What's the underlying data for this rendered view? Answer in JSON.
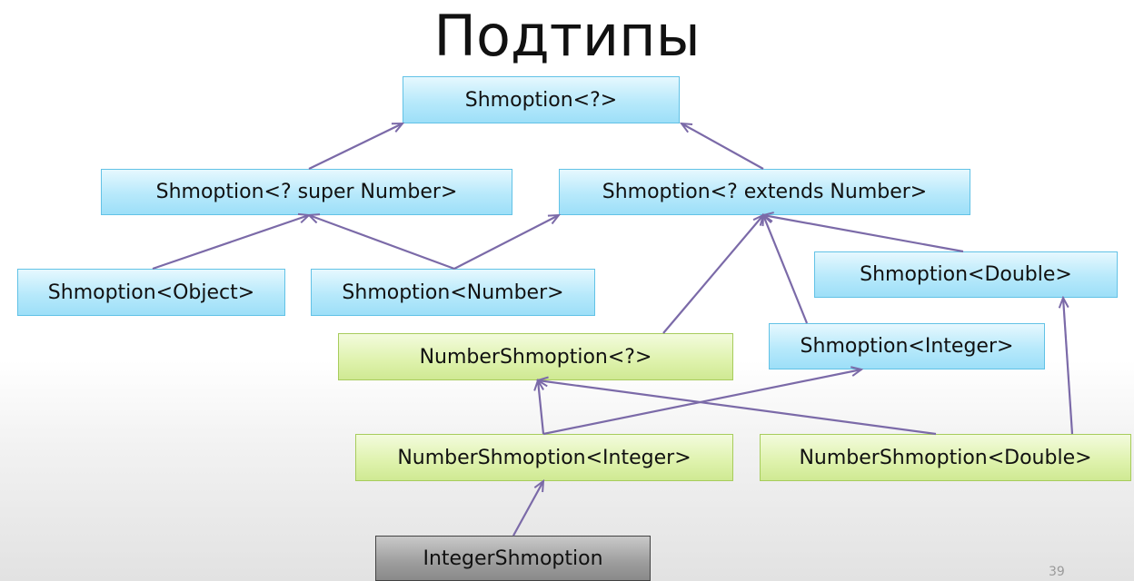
{
  "slide": {
    "title": "Подтипы",
    "page_number": "39"
  },
  "nodes": {
    "shmoption_wildcard": "Shmoption<?>",
    "shmoption_super_number": "Shmoption<? super Number>",
    "shmoption_extends_number": "Shmoption<? extends Number>",
    "shmoption_object": "Shmoption<Object>",
    "shmoption_number": "Shmoption<Number>",
    "shmoption_double": "Shmoption<Double>",
    "number_shmoption_wildcard": "NumberShmoption<?>",
    "shmoption_integer": "Shmoption<Integer>",
    "number_shmoption_integer": "NumberShmoption<Integer>",
    "number_shmoption_double": "NumberShmoption<Double>",
    "integer_shmoption": "IntegerShmoption"
  },
  "colors": {
    "arrow": "#7b6aa8",
    "blue_fill": "#b7e9fb",
    "green_fill": "#def2ac",
    "gray_fill": "#9d9d9d"
  }
}
